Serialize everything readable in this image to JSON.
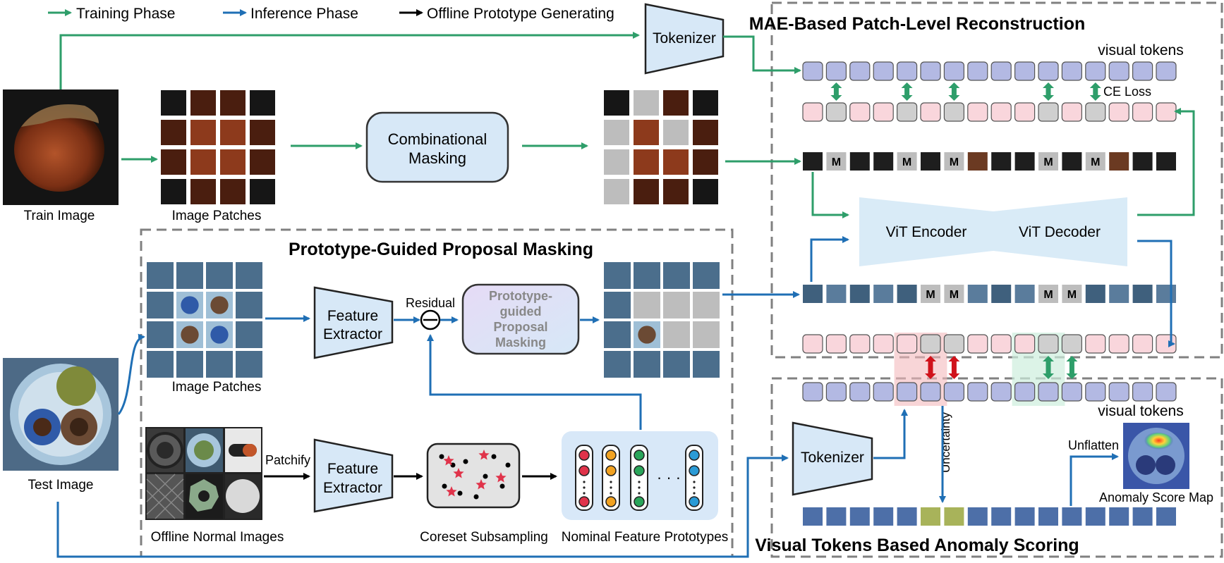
{
  "legend": {
    "training": "Training Phase",
    "inference": "Inference Phase",
    "offline": "Offline Prototype Generating"
  },
  "colors": {
    "train": "#2e9e6a",
    "infer": "#1f6fb5",
    "offline": "#000000",
    "token_blue": "#b3b9e3",
    "token_pink": "#f9d6dc",
    "token_gray": "#cfcfcf",
    "module_fill": "#d7e8f7",
    "vit_fill": "#d9ebf7",
    "highlight_red": "#f4b9bd",
    "highlight_green": "#cdeedd",
    "anomaly_arrow": "#d0121b"
  },
  "labels": {
    "tokenizer_top": "Tokenizer",
    "train_image": "Train Image",
    "image_patches_top": "Image Patches",
    "combinational_line1": "Combinational",
    "combinational_line2": "Masking",
    "mae_title": "MAE-Based Patch-Level Reconstruction",
    "visual_tokens_top": "visual tokens",
    "ce_loss": "CE Loss",
    "mask_token": "M",
    "vit_encoder": "ViT Encoder",
    "vit_decoder": "ViT Decoder",
    "pgpm_title": "Prototype-Guided Proposal Masking",
    "feature_line1": "Feature",
    "feature_line2": "Extractor",
    "residual": "Residual",
    "proto_line1": "Prototype-",
    "proto_line2": "guided",
    "proto_line3": "Proposal",
    "proto_line4": "Masking",
    "image_patches_mid": "Image Patches",
    "test_image": "Test Image",
    "patchify": "Patchify",
    "offline_normal": "Offline Normal Images",
    "coreset": "Coreset Subsampling",
    "nominal": "Nominal Feature Prototypes",
    "ellipsis": "· · ·",
    "tokenizer_bottom": "Tokenizer",
    "visual_tokens_bottom": "visual tokens",
    "uncertainty": "Uncertainty",
    "unflatten": "Unflatten",
    "anomaly_map": "Anomaly Score Map",
    "vtas_title": "Visual Tokens Based Anomaly Scoring"
  }
}
